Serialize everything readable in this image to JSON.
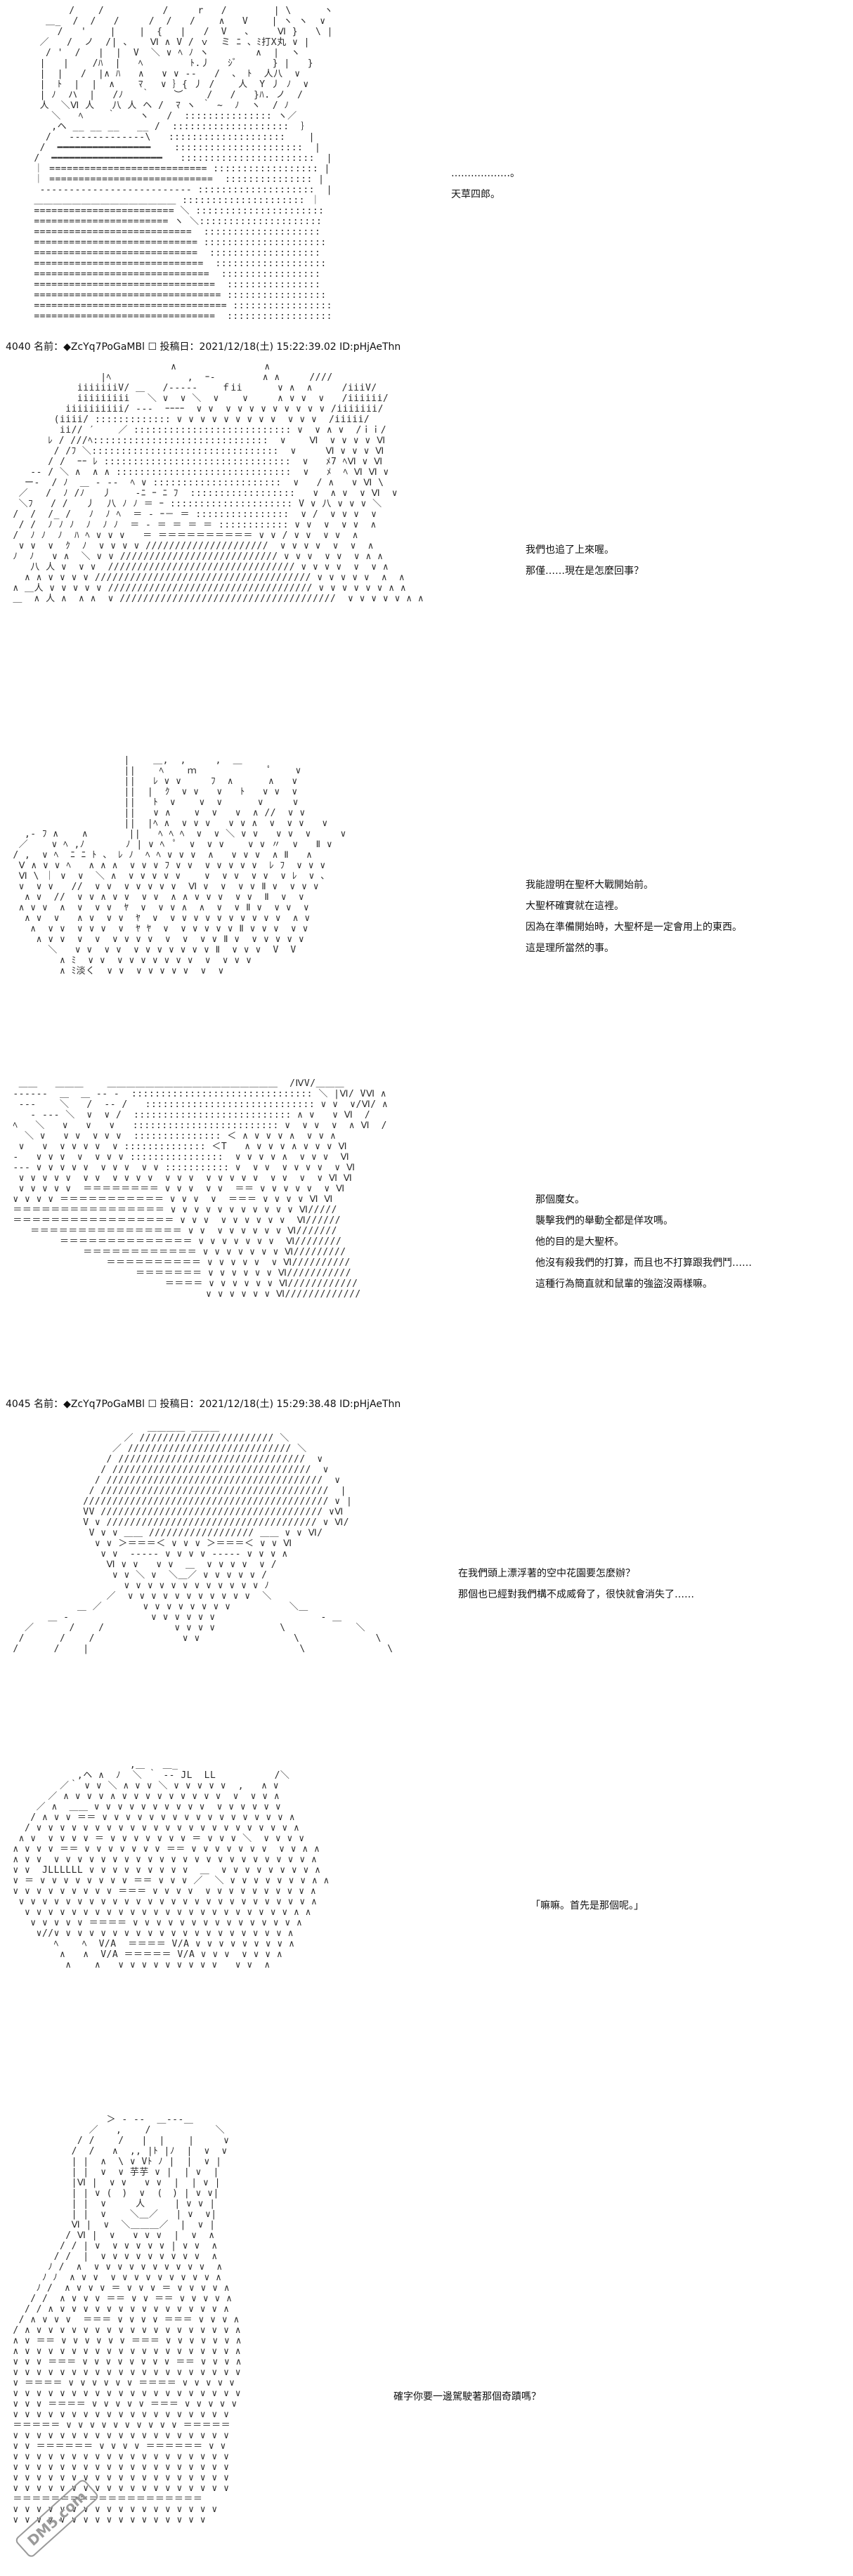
{
  "posts": [
    {
      "header": "",
      "lines": [
        "………………。",
        "天草四郎。"
      ]
    },
    {
      "header": "4040 名前：◆ZcYq7PoGaMBl ☐ 投稿日：2021/12/18(土) 15:22:39.02 ID:pHjAeThn",
      "lines": [
        "我們也追了上來喔。",
        "那僅……現在是怎麼回事？"
      ]
    },
    {
      "header": "",
      "lines": [
        "我能證明在聖杯大戰開始前。",
        "大聖杯確實就在這裡。",
        "因為在準備開始時，大聖杯是一定會用上的東西。",
        "這是理所當然的事。"
      ]
    },
    {
      "header": "",
      "lines": [
        "那個魔女。",
        "襲擊我們的舉動全都是佯攻嗎。",
        "他的目的是大聖杯。",
        "他沒有殺我們的打算，而且也不打算跟我們鬥……",
        "這種行為簡直就和鼠輩的強盜沒兩樣嘛。"
      ]
    },
    {
      "header": "4045 名前：◆ZcYq7PoGaMBl ☐ 投稿日：2021/12/18(土) 15:29:38.48 ID:pHjAeThn",
      "lines": [
        "在我們頭上漂浮著的空中花園要怎麼辦？",
        "那個也已經對我們構不成威脅了，很快就會消失了……"
      ]
    },
    {
      "header": "",
      "lines": [
        "「嘛嘛。首先是那個呢。」"
      ]
    },
    {
      "header": "",
      "lines": [
        "確字你要一邊駕駛著那個奇蹟嗎？"
      ]
    }
  ],
  "watermark": {
    "text": "DM5.com",
    "color": "#9a9a9a"
  }
}
